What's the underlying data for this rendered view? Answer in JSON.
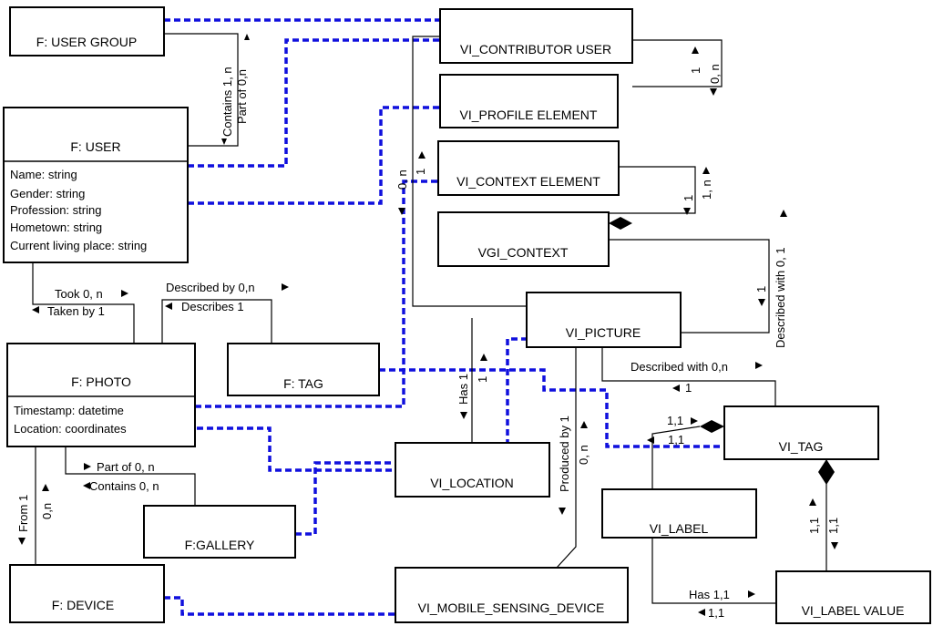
{
  "colors": {
    "entity_border": "#000000",
    "mapping_line": "#1010dd",
    "text": "#000000"
  },
  "entities": {
    "f_user_group": {
      "title": "F: USER GROUP"
    },
    "f_user": {
      "title": "F: USER",
      "attributes": [
        "Name: string",
        "Gender: string",
        "Profession: string",
        "Hometown: string",
        "Current living place: string"
      ]
    },
    "f_photo": {
      "title": "F: PHOTO",
      "attributes": [
        "Timestamp: datetime",
        "Location: coordinates"
      ]
    },
    "f_tag": {
      "title": "F: TAG"
    },
    "f_gallery": {
      "title": "F:GALLERY"
    },
    "f_device": {
      "title": "F: DEVICE"
    },
    "vi_contributor_user": {
      "title": "VI_CONTRIBUTOR USER"
    },
    "vi_profile_element": {
      "title": "VI_PROFILE ELEMENT"
    },
    "vi_context_element": {
      "title": "VI_CONTEXT ELEMENT"
    },
    "vgi_context": {
      "title": "VGI_CONTEXT"
    },
    "vi_picture": {
      "title": "VI_PICTURE"
    },
    "vi_location": {
      "title": "VI_LOCATION"
    },
    "vi_tag": {
      "title": "VI_TAG"
    },
    "vi_label": {
      "title": "VI_LABEL"
    },
    "vi_label_value": {
      "title": "VI_LABEL VALUE"
    },
    "vi_mobile_sensing_device": {
      "title": "VI_MOBILE_SENSING_DEVICE"
    }
  },
  "relations": {
    "contains_1n": "Contains 1, n",
    "part_of_0n": "Part of 0,n",
    "contrib_self_1": "1",
    "contrib_self_0n": "0, n",
    "contrib_context_0n": "0, n",
    "contrib_context_1": "1",
    "context_elem_1n": "1, n",
    "context_elem_1": "1",
    "described_with_01": "Described with 0, 1",
    "described_with_1": "1",
    "took_0n": "Took 0, n",
    "taken_by_1": "Taken by 1",
    "described_by_0n": "Described by 0,n",
    "describes_1": "Describes 1",
    "has_1": "Has 1",
    "loc_1": "1",
    "produced_by_1": "Produced by 1",
    "produced_0n": "0, n",
    "pic_described_with_0n": "Described with 0,n",
    "pic_tag_1": "1",
    "label_tag_11a": "1,1",
    "label_tag_11b": "1,1",
    "tag_value_11a": "1,1",
    "tag_value_11b": "1,1",
    "part_of_0n_gallery": "Part of 0, n",
    "contains_0n_gallery": "Contains 0, n",
    "from_1": "From 1",
    "device_0n": "0,n",
    "has_11": "Has 1,1",
    "value_11": "1,1"
  }
}
